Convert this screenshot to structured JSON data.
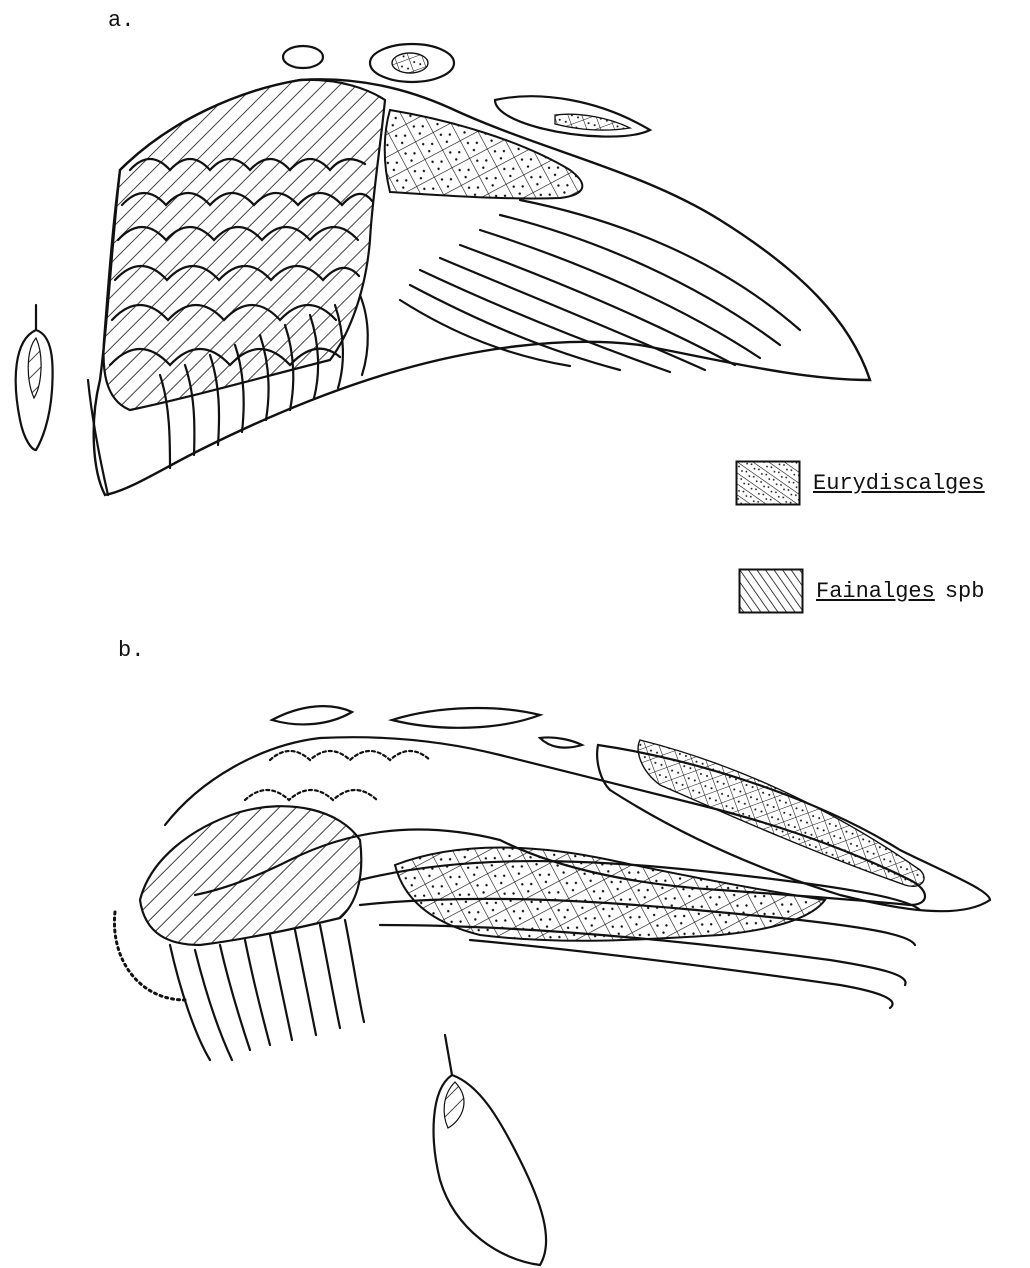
{
  "panels": {
    "a": {
      "label": "a."
    },
    "b": {
      "label": "b."
    }
  },
  "legend": [
    {
      "name": "Eurydiscalges",
      "suffix": "",
      "pattern": "grid-dots"
    },
    {
      "name": "Fainalges",
      "suffix": "spb",
      "pattern": "diagonal-hatch"
    }
  ],
  "colors": {
    "ink": "#111111",
    "paper": "#ffffff"
  }
}
